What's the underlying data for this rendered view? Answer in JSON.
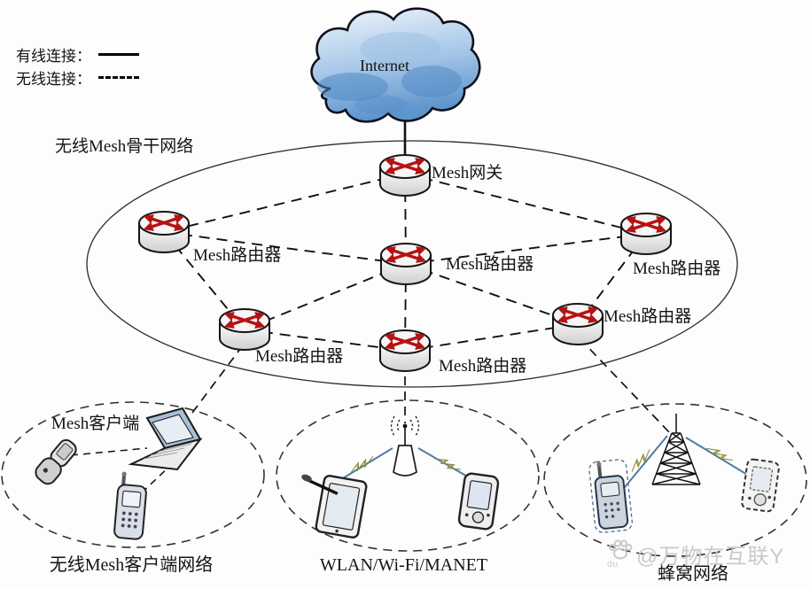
{
  "legend": {
    "wired_label": "有线连接：",
    "wireless_label": "无线连接："
  },
  "cloud": {
    "label": "Internet"
  },
  "backbone": {
    "title": "无线Mesh骨干网络",
    "gateway_label": "Mesh网关",
    "router_label": "Mesh路由器"
  },
  "client_network": {
    "label": "Mesh客户端",
    "caption": "无线Mesh客户端网络",
    "devices": [
      "flip-phone",
      "laptop",
      "mobile-phone"
    ]
  },
  "wlan_network": {
    "caption": "WLAN/Wi-Fi/MANET",
    "devices": [
      "access-point-antenna",
      "tablet-with-stylus",
      "pda"
    ]
  },
  "cellular_network": {
    "caption": "蜂窝网络",
    "devices": [
      "base-station-tower",
      "mobile-phone",
      "pda"
    ]
  },
  "watermark": {
    "icon_text": "du",
    "text": "@万物在互联Y"
  },
  "topology": {
    "wired_links": [
      [
        "internet-cloud",
        "mesh-gateway"
      ]
    ],
    "wireless_links": [
      [
        "mesh-gateway",
        "mesh-router-left"
      ],
      [
        "mesh-gateway",
        "mesh-router-center"
      ],
      [
        "mesh-gateway",
        "mesh-router-right-top"
      ],
      [
        "mesh-router-left",
        "mesh-router-center"
      ],
      [
        "mesh-router-left",
        "mesh-router-left-bottom"
      ],
      [
        "mesh-router-center",
        "mesh-router-right-top"
      ],
      [
        "mesh-router-center",
        "mesh-router-left-bottom"
      ],
      [
        "mesh-router-center",
        "mesh-router-center-bottom"
      ],
      [
        "mesh-router-center",
        "mesh-router-right-bottom"
      ],
      [
        "mesh-router-left-bottom",
        "mesh-router-center-bottom"
      ],
      [
        "mesh-router-center-bottom",
        "mesh-router-right-bottom"
      ],
      [
        "mesh-router-right-top",
        "mesh-router-right-bottom"
      ],
      [
        "mesh-router-left-bottom",
        "client-laptop"
      ],
      [
        "mesh-router-center-bottom",
        "wlan-access-point"
      ],
      [
        "mesh-router-right-bottom",
        "cellular-tower"
      ]
    ]
  },
  "colors": {
    "router_arrow": "#b61212",
    "cloud_blue": "#5d95cd",
    "link_blue": "#4d7ba6",
    "bolt_yellow": "#ecf06c",
    "watermark_gray": "#c7c7c7"
  }
}
